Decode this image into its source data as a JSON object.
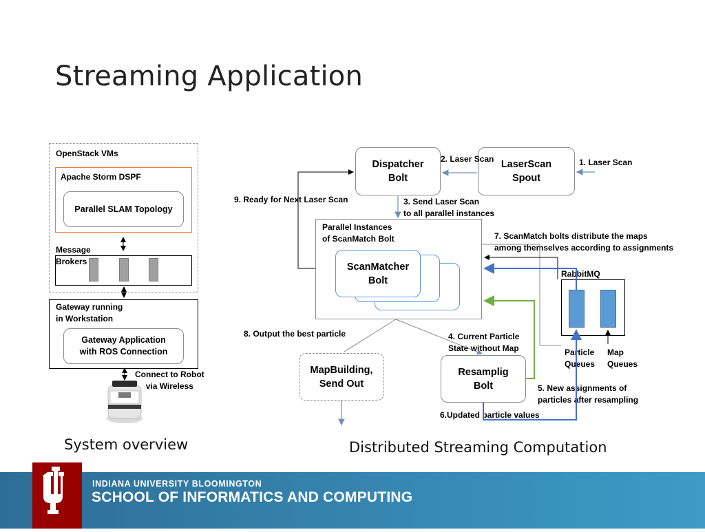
{
  "slide": {
    "title": "Streaming Application",
    "captions": {
      "left": "System overview",
      "right": "Distributed Streaming Computation"
    }
  },
  "system_overview": {
    "openstack_label": "OpenStack VMs",
    "storm_label": "Apache Storm DSPF",
    "topology_label": "Parallel SLAM Topology",
    "message_brokers_label": "Message\nBrokers",
    "gateway_label": "Gateway running\nin Workstation",
    "gateway_app_label": "Gateway Application\nwith ROS Connection",
    "robot_label": "Connect to Robot\nvia Wireless"
  },
  "streaming": {
    "dispatcher": "Dispatcher\nBolt",
    "laserscan_spout": "LaserScan\nSpout",
    "parallel_instances": "Parallel Instances\nof ScanMatch Bolt",
    "scanmatcher": "ScanMatcher\nBolt",
    "mapbuilding": "MapBuilding,\nSend Out",
    "resampling": "Resamplig\nBolt",
    "rabbitmq": "RabbitMQ",
    "particle_queues": "Particle\nQueues",
    "map_queues": "Map\nQueues",
    "steps": {
      "s1": "1. Laser Scan",
      "s2": "2. Laser Scan",
      "s3": "3. Send Laser Scan\nto all parallel instances",
      "s4": "4. Current Particle\nState without Map",
      "s5": "5. New assignments of\nparticles after resampling",
      "s6": "6.Updated particle values",
      "s7": "7. ScanMatch bolts distribute the maps\namong themselves according to assignments",
      "s8": "8. Output the best particle",
      "s9": "9. Ready for Next Laser Scan"
    }
  },
  "footer": {
    "university": "INDIANA UNIVERSITY BLOOMINGTON",
    "school": "SCHOOL OF INFORMATICS AND COMPUTING"
  },
  "colors": {
    "iu_crimson": "#990000",
    "footer_start": "#2e6d96",
    "footer_end": "#3c9cc6",
    "storm_border": "#ed7d31",
    "queue_fill": "#5b9bd5",
    "blue_arrow": "#4472c4",
    "green_arrow": "#70ad47",
    "gray_arrow": "#7f9fbf"
  }
}
